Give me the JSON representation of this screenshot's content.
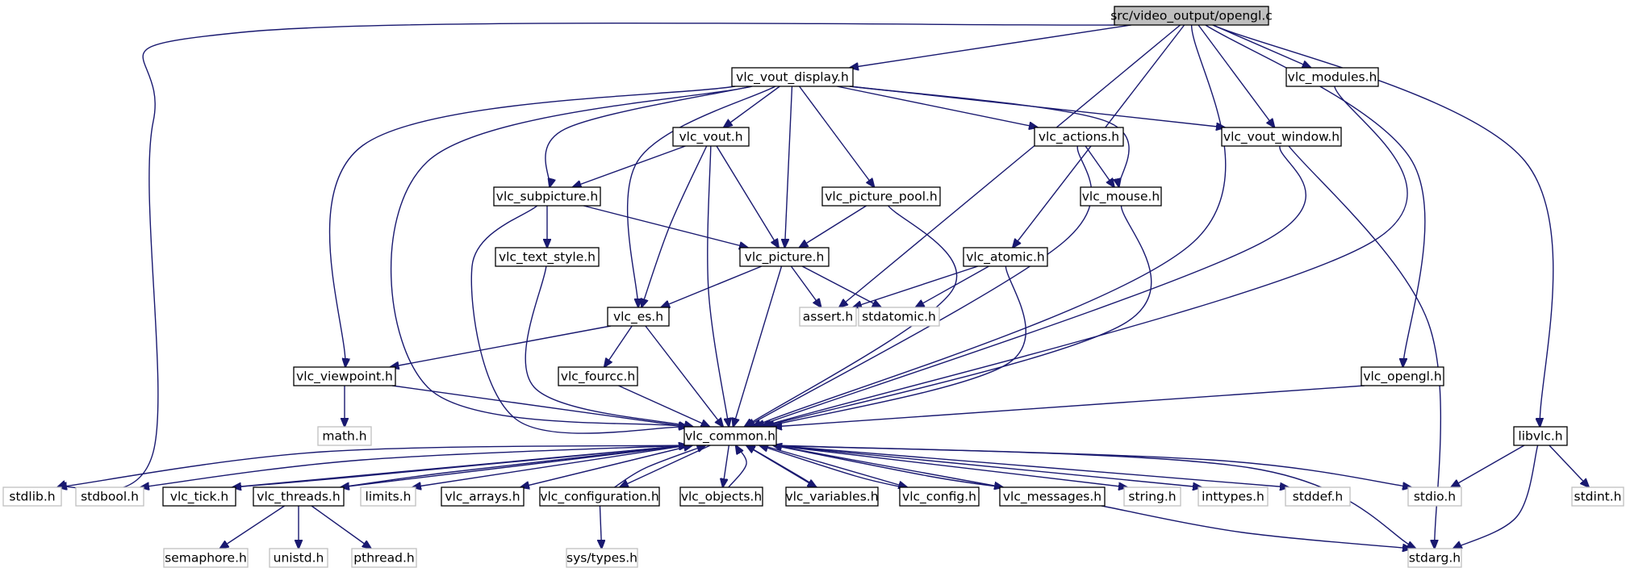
{
  "diagram": {
    "nodes": [
      {
        "id": "opengl_c",
        "label": "src/video_output/opengl.c",
        "kind": "root",
        "link": false
      },
      {
        "id": "vlc_vout_display_h",
        "label": "vlc_vout_display.h",
        "kind": "normal",
        "link": true
      },
      {
        "id": "vlc_modules_h",
        "label": "vlc_modules.h",
        "kind": "normal",
        "link": true
      },
      {
        "id": "vlc_vout_h",
        "label": "vlc_vout.h",
        "kind": "normal",
        "link": true
      },
      {
        "id": "vlc_actions_h",
        "label": "vlc_actions.h",
        "kind": "normal",
        "link": true
      },
      {
        "id": "vlc_vout_window_h",
        "label": "vlc_vout_window.h",
        "kind": "normal",
        "link": true
      },
      {
        "id": "vlc_subpicture_h",
        "label": "vlc_subpicture.h",
        "kind": "normal",
        "link": true
      },
      {
        "id": "vlc_picture_pool_h",
        "label": "vlc_picture_pool.h",
        "kind": "normal",
        "link": true
      },
      {
        "id": "vlc_mouse_h",
        "label": "vlc_mouse.h",
        "kind": "normal",
        "link": true
      },
      {
        "id": "vlc_text_style_h",
        "label": "vlc_text_style.h",
        "kind": "normal",
        "link": true
      },
      {
        "id": "vlc_picture_h",
        "label": "vlc_picture.h",
        "kind": "normal",
        "link": true
      },
      {
        "id": "vlc_atomic_h",
        "label": "vlc_atomic.h",
        "kind": "normal",
        "link": true
      },
      {
        "id": "vlc_es_h",
        "label": "vlc_es.h",
        "kind": "normal",
        "link": true
      },
      {
        "id": "assert_h",
        "label": "assert.h",
        "kind": "system",
        "link": false
      },
      {
        "id": "stdatomic_h",
        "label": "stdatomic.h",
        "kind": "system",
        "link": false
      },
      {
        "id": "vlc_fourcc_h",
        "label": "vlc_fourcc.h",
        "kind": "normal",
        "link": true
      },
      {
        "id": "vlc_viewpoint_h",
        "label": "vlc_viewpoint.h",
        "kind": "normal",
        "link": true
      },
      {
        "id": "vlc_opengl_h",
        "label": "vlc_opengl.h",
        "kind": "normal",
        "link": true
      },
      {
        "id": "math_h",
        "label": "math.h",
        "kind": "system",
        "link": false
      },
      {
        "id": "vlc_common_h",
        "label": "vlc_common.h",
        "kind": "normal",
        "link": true
      },
      {
        "id": "libvlc_h",
        "label": "libvlc.h",
        "kind": "normal",
        "link": true
      },
      {
        "id": "stdlib_h",
        "label": "stdlib.h",
        "kind": "system",
        "link": false
      },
      {
        "id": "stdbool_h",
        "label": "stdbool.h",
        "kind": "system",
        "link": false
      },
      {
        "id": "vlc_tick_h",
        "label": "vlc_tick.h",
        "kind": "normal",
        "link": true
      },
      {
        "id": "vlc_threads_h",
        "label": "vlc_threads.h",
        "kind": "normal",
        "link": true
      },
      {
        "id": "limits_h",
        "label": "limits.h",
        "kind": "system",
        "link": false
      },
      {
        "id": "vlc_arrays_h",
        "label": "vlc_arrays.h",
        "kind": "normal",
        "link": true
      },
      {
        "id": "vlc_configuration_h",
        "label": "vlc_configuration.h",
        "kind": "normal",
        "link": true
      },
      {
        "id": "vlc_objects_h",
        "label": "vlc_objects.h",
        "kind": "normal",
        "link": true
      },
      {
        "id": "vlc_variables_h",
        "label": "vlc_variables.h",
        "kind": "normal",
        "link": true
      },
      {
        "id": "vlc_config_h",
        "label": "vlc_config.h",
        "kind": "normal",
        "link": true
      },
      {
        "id": "vlc_messages_h",
        "label": "vlc_messages.h",
        "kind": "normal",
        "link": true
      },
      {
        "id": "string_h",
        "label": "string.h",
        "kind": "system",
        "link": false
      },
      {
        "id": "inttypes_h",
        "label": "inttypes.h",
        "kind": "system",
        "link": false
      },
      {
        "id": "stddef_h",
        "label": "stddef.h",
        "kind": "system",
        "link": false
      },
      {
        "id": "stdio_h",
        "label": "stdio.h",
        "kind": "system",
        "link": false
      },
      {
        "id": "stdint_h",
        "label": "stdint.h",
        "kind": "system",
        "link": false
      },
      {
        "id": "semaphore_h",
        "label": "semaphore.h",
        "kind": "system",
        "link": false
      },
      {
        "id": "unistd_h",
        "label": "unistd.h",
        "kind": "system",
        "link": false
      },
      {
        "id": "pthread_h",
        "label": "pthread.h",
        "kind": "system",
        "link": false
      },
      {
        "id": "sys_types_h",
        "label": "sys/types.h",
        "kind": "system",
        "link": false
      },
      {
        "id": "stdarg_h",
        "label": "stdarg.h",
        "kind": "system",
        "link": false
      }
    ],
    "edges": [
      [
        "opengl_c",
        "stdlib_h"
      ],
      [
        "opengl_c",
        "vlc_vout_display_h"
      ],
      [
        "opengl_c",
        "assert_h"
      ],
      [
        "opengl_c",
        "vlc_atomic_h"
      ],
      [
        "opengl_c",
        "vlc_common_h"
      ],
      [
        "opengl_c",
        "vlc_vout_window_h"
      ],
      [
        "opengl_c",
        "vlc_modules_h"
      ],
      [
        "opengl_c",
        "vlc_opengl_h"
      ],
      [
        "opengl_c",
        "libvlc_h"
      ],
      [
        "vlc_vout_display_h",
        "vlc_viewpoint_h"
      ],
      [
        "vlc_vout_display_h",
        "vlc_common_h"
      ],
      [
        "vlc_vout_display_h",
        "vlc_subpicture_h"
      ],
      [
        "vlc_vout_display_h",
        "vlc_es_h"
      ],
      [
        "vlc_vout_display_h",
        "vlc_vout_h"
      ],
      [
        "vlc_vout_display_h",
        "vlc_picture_h"
      ],
      [
        "vlc_vout_display_h",
        "vlc_picture_pool_h"
      ],
      [
        "vlc_vout_display_h",
        "vlc_actions_h"
      ],
      [
        "vlc_vout_display_h",
        "vlc_mouse_h"
      ],
      [
        "vlc_vout_display_h",
        "vlc_vout_window_h"
      ],
      [
        "vlc_vout_h",
        "vlc_subpicture_h"
      ],
      [
        "vlc_vout_h",
        "vlc_es_h"
      ],
      [
        "vlc_vout_h",
        "vlc_common_h"
      ],
      [
        "vlc_vout_h",
        "vlc_picture_h"
      ],
      [
        "vlc_subpicture_h",
        "vlc_text_style_h"
      ],
      [
        "vlc_subpicture_h",
        "vlc_picture_h"
      ],
      [
        "vlc_subpicture_h",
        "vlc_common_h"
      ],
      [
        "vlc_text_style_h",
        "vlc_common_h"
      ],
      [
        "vlc_picture_pool_h",
        "vlc_picture_h"
      ],
      [
        "vlc_picture_pool_h",
        "vlc_common_h"
      ],
      [
        "vlc_picture_h",
        "vlc_es_h"
      ],
      [
        "vlc_picture_h",
        "assert_h"
      ],
      [
        "vlc_picture_h",
        "stdatomic_h"
      ],
      [
        "vlc_picture_h",
        "vlc_common_h"
      ],
      [
        "vlc_actions_h",
        "vlc_mouse_h"
      ],
      [
        "vlc_actions_h",
        "vlc_common_h"
      ],
      [
        "vlc_mouse_h",
        "vlc_common_h"
      ],
      [
        "vlc_atomic_h",
        "assert_h"
      ],
      [
        "vlc_atomic_h",
        "stdatomic_h"
      ],
      [
        "vlc_atomic_h",
        "vlc_common_h"
      ],
      [
        "vlc_vout_window_h",
        "vlc_common_h"
      ],
      [
        "vlc_vout_window_h",
        "stdarg_h"
      ],
      [
        "vlc_modules_h",
        "vlc_common_h"
      ],
      [
        "vlc_es_h",
        "vlc_viewpoint_h"
      ],
      [
        "vlc_es_h",
        "vlc_fourcc_h"
      ],
      [
        "vlc_es_h",
        "vlc_common_h"
      ],
      [
        "vlc_fourcc_h",
        "vlc_common_h"
      ],
      [
        "vlc_viewpoint_h",
        "math_h"
      ],
      [
        "vlc_viewpoint_h",
        "vlc_common_h"
      ],
      [
        "vlc_opengl_h",
        "vlc_common_h"
      ],
      [
        "libvlc_h",
        "stdio_h"
      ],
      [
        "libvlc_h",
        "stdint_h"
      ],
      [
        "libvlc_h",
        "stdarg_h"
      ],
      [
        "vlc_common_h",
        "stdlib_h"
      ],
      [
        "vlc_common_h",
        "stdbool_h"
      ],
      [
        "vlc_common_h",
        "vlc_tick_h"
      ],
      [
        "vlc_common_h",
        "vlc_threads_h"
      ],
      [
        "vlc_common_h",
        "limits_h"
      ],
      [
        "vlc_common_h",
        "vlc_arrays_h"
      ],
      [
        "vlc_common_h",
        "vlc_configuration_h"
      ],
      [
        "vlc_common_h",
        "vlc_objects_h"
      ],
      [
        "vlc_common_h",
        "vlc_variables_h"
      ],
      [
        "vlc_common_h",
        "vlc_config_h"
      ],
      [
        "vlc_common_h",
        "vlc_messages_h"
      ],
      [
        "vlc_common_h",
        "string_h"
      ],
      [
        "vlc_common_h",
        "inttypes_h"
      ],
      [
        "vlc_common_h",
        "stddef_h"
      ],
      [
        "vlc_common_h",
        "stdio_h"
      ],
      [
        "vlc_common_h",
        "stdarg_h"
      ],
      [
        "vlc_tick_h",
        "vlc_common_h"
      ],
      [
        "vlc_threads_h",
        "vlc_common_h"
      ],
      [
        "vlc_arrays_h",
        "vlc_common_h"
      ],
      [
        "vlc_configuration_h",
        "vlc_common_h"
      ],
      [
        "vlc_objects_h",
        "vlc_common_h"
      ],
      [
        "vlc_variables_h",
        "vlc_common_h"
      ],
      [
        "vlc_config_h",
        "vlc_common_h"
      ],
      [
        "vlc_messages_h",
        "vlc_common_h"
      ],
      [
        "vlc_threads_h",
        "semaphore_h"
      ],
      [
        "vlc_threads_h",
        "unistd_h"
      ],
      [
        "vlc_threads_h",
        "pthread_h"
      ],
      [
        "vlc_configuration_h",
        "sys_types_h"
      ],
      [
        "vlc_messages_h",
        "stdarg_h"
      ]
    ]
  }
}
